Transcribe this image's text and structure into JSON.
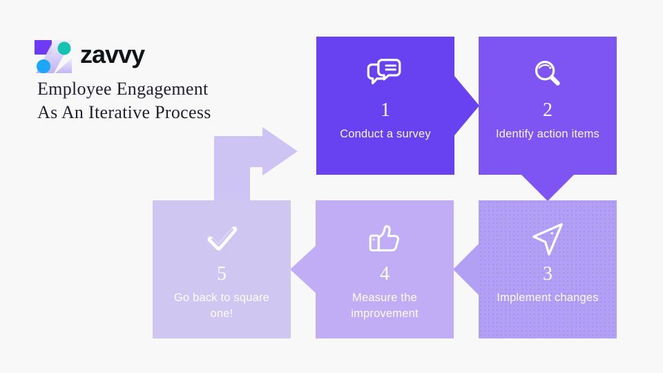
{
  "page": {
    "background": "#F8F8F9"
  },
  "logo": {
    "brand": "zavvy",
    "mark_colors": {
      "square": "#6D3BF5",
      "circle_teal": "#15C3B3",
      "circle_blue": "#1BA7F5",
      "z_top": "#F0EDFB",
      "z_bottom": "#BDAEF3"
    }
  },
  "title": {
    "line1": "Employee Engagement",
    "line2": "As An Iterative Process"
  },
  "steps": [
    {
      "number": "1",
      "label": "Conduct a survey",
      "label_lines": [
        "Conduct a survey"
      ],
      "color": "#6841F0",
      "icon": "chat-bubbles"
    },
    {
      "number": "2",
      "label": "Identify action items",
      "label_lines": [
        "Identify action items"
      ],
      "color": "#7E55F3",
      "icon": "magnifying-glass"
    },
    {
      "number": "3",
      "label": "Implement changes",
      "label_lines": [
        "Implement changes"
      ],
      "color": "#B2A0F5",
      "icon": "send-arrow"
    },
    {
      "number": "4",
      "label": "Measure the improvement",
      "label_lines": [
        "Measure the",
        "improvement"
      ],
      "color": "#C0ADF5",
      "icon": "thumbs-up"
    },
    {
      "number": "5",
      "label": "Go back to square one!",
      "label_lines": [
        "Go back to square",
        "one!"
      ],
      "color": "#D0C6F2",
      "icon": "checkmark"
    }
  ],
  "arrows": {
    "loop_color": "#CEC4F3"
  }
}
